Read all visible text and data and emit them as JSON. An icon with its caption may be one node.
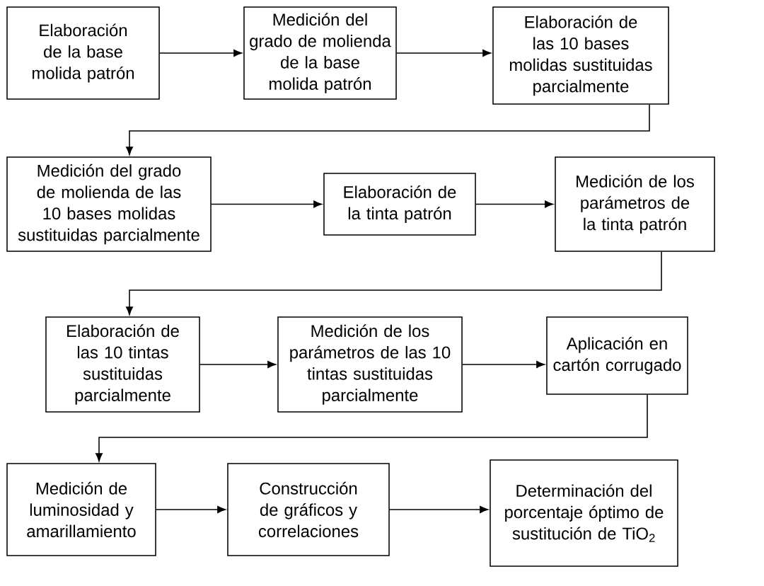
{
  "diagram": {
    "nodes": [
      {
        "text": [
          "Elaboración de la base molida patrón"
        ]
      },
      {
        "text": [
          "Medición del grado de molienda de la base molida patrón"
        ]
      },
      {
        "text": [
          "Elaboración de las 10 bases molidas sustituidas parcialmente"
        ]
      },
      {
        "text": [
          "Medición del grado de molienda de las 10 bases molidas sustituidas parcialmente"
        ]
      },
      {
        "text": [
          "Elaboración de la tinta patrón"
        ]
      },
      {
        "text": [
          "Medición de los parámetros de la tinta patrón"
        ]
      },
      {
        "text": [
          "Elaboración de las 10 tintas sustituidas parcialmente"
        ]
      },
      {
        "text": [
          "Medición de los parámetros de las 10 tintas sustituidas parcialmente"
        ]
      },
      {
        "text": [
          "Aplicación en cartón corrugado"
        ]
      },
      {
        "text": [
          "Medición de luminosidad y amarillamiento"
        ]
      },
      {
        "text": [
          "Construcción de gráficos y correlaciones"
        ]
      },
      {
        "text": [
          "Determinación del porcentaje óptimo de sustitución de TiO$_{2}$"
        ]
      }
    ],
    "edges": [
      {
        "from": 0,
        "to": 1,
        "arrow": "to"
      },
      {
        "from": 1,
        "to": 2,
        "arrow": "to"
      },
      {
        "from": 2,
        "to": 3,
        "arrow": "to"
      },
      {
        "from": 3,
        "to": 4,
        "arrow": "to"
      },
      {
        "from": 4,
        "to": 5,
        "arrow": "to"
      },
      {
        "from": 5,
        "to": 6,
        "arrow": "to"
      },
      {
        "from": 6,
        "to": 7,
        "arrow": "to"
      },
      {
        "from": 7,
        "to": 8,
        "arrow": "to"
      },
      {
        "from": 8,
        "to": 9,
        "arrow": "to"
      },
      {
        "from": 9,
        "to": 10,
        "arrow": "to"
      },
      {
        "from": 10,
        "to": 11,
        "arrow": "to"
      }
    ]
  }
}
